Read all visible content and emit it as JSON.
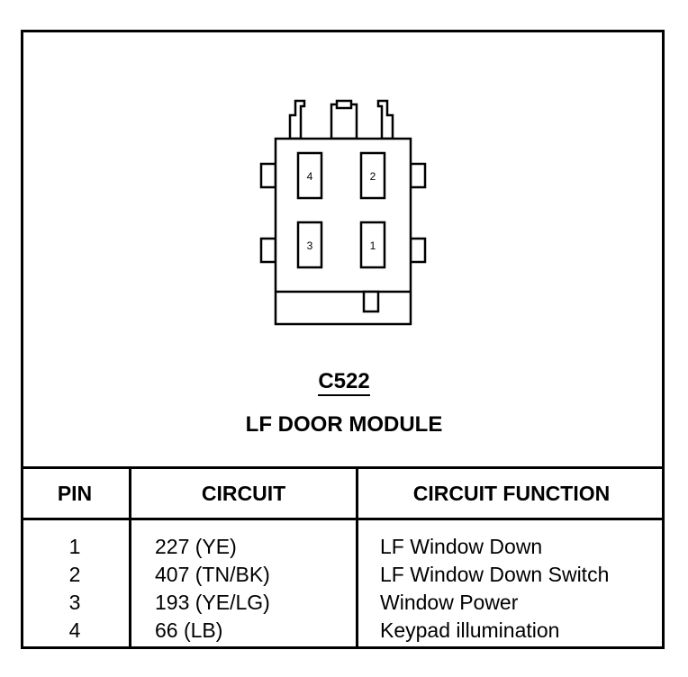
{
  "connector": {
    "id": "C522",
    "name": "LF DOOR MODULE",
    "cavities": [
      {
        "pin": "4"
      },
      {
        "pin": "2"
      },
      {
        "pin": "3"
      },
      {
        "pin": "1"
      }
    ]
  },
  "table": {
    "headers": {
      "pin": "PIN",
      "circuit": "CIRCUIT",
      "function": "CIRCUIT FUNCTION"
    },
    "rows": [
      {
        "pin": "1",
        "circuit": "227 (YE)",
        "function": "LF Window Down"
      },
      {
        "pin": "2",
        "circuit": "407 (TN/BK)",
        "function": "LF Window Down Switch"
      },
      {
        "pin": "3",
        "circuit": "193 (YE/LG)",
        "function": "Window Power"
      },
      {
        "pin": "4",
        "circuit": "66 (LB)",
        "function": "Keypad illumination"
      }
    ]
  }
}
